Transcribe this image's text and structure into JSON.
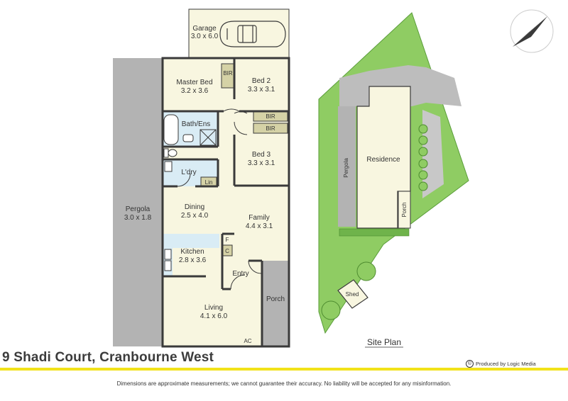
{
  "rooms": {
    "garage": {
      "name": "Garage",
      "size": "3.0 x 6.0"
    },
    "master_bed": {
      "name": "Master Bed",
      "size": "3.2 x 3.6"
    },
    "bir_master": "BIR",
    "bed2": {
      "name": "Bed 2",
      "size": "3.3 x 3.1"
    },
    "bath_ens": "Bath/Ens",
    "bir_bed2": "BIR",
    "bir_bed3": "BIR",
    "bed3": {
      "name": "Bed 3",
      "size": "3.3 x 3.1"
    },
    "laundry": "L'dry",
    "linen": "Lin",
    "pergola": {
      "name": "Pergola",
      "size": "3.0 x 1.8"
    },
    "dining": {
      "name": "Dining",
      "size": "2.5 x 4.0"
    },
    "family": {
      "name": "Family",
      "size": "4.4 x 3.1"
    },
    "fridge": "F",
    "pantry": "C",
    "kitchen": {
      "name": "Kitchen",
      "size": "2.8 x 3.6"
    },
    "entry": "Entry",
    "porch": "Porch",
    "living": {
      "name": "Living",
      "size": "4.1 x 6.0"
    },
    "ac": "AC"
  },
  "site_plan": {
    "pergola": "Pergola",
    "residence": "Residence",
    "porch": "Porch",
    "shed": "Shed",
    "title": "Site Plan"
  },
  "property_title": "9 Shadi Court, Cranbourne West",
  "credit": "Produced by Logic Media",
  "disclaimer": "Dimensions are approximate measurements; we cannot guarantee their accuracy. No liability will be accepted for any misinformation.",
  "colors": {
    "floor": "#f8f6e0",
    "wall": "#3a3a3a",
    "pergola": "#b3b3b3",
    "wet_area": "#d9ecf5",
    "cupboard": "#d5d2a6",
    "lawn": "#8fcc63",
    "lawn_edge": "#5a9d3a",
    "accent": "#f2e21a"
  },
  "icons": [
    "north-arrow-icon",
    "car-icon",
    "bathtub-icon",
    "toilet-icon",
    "shower-icon",
    "sink-icon",
    "tree-icon",
    "copyright-icon"
  ]
}
